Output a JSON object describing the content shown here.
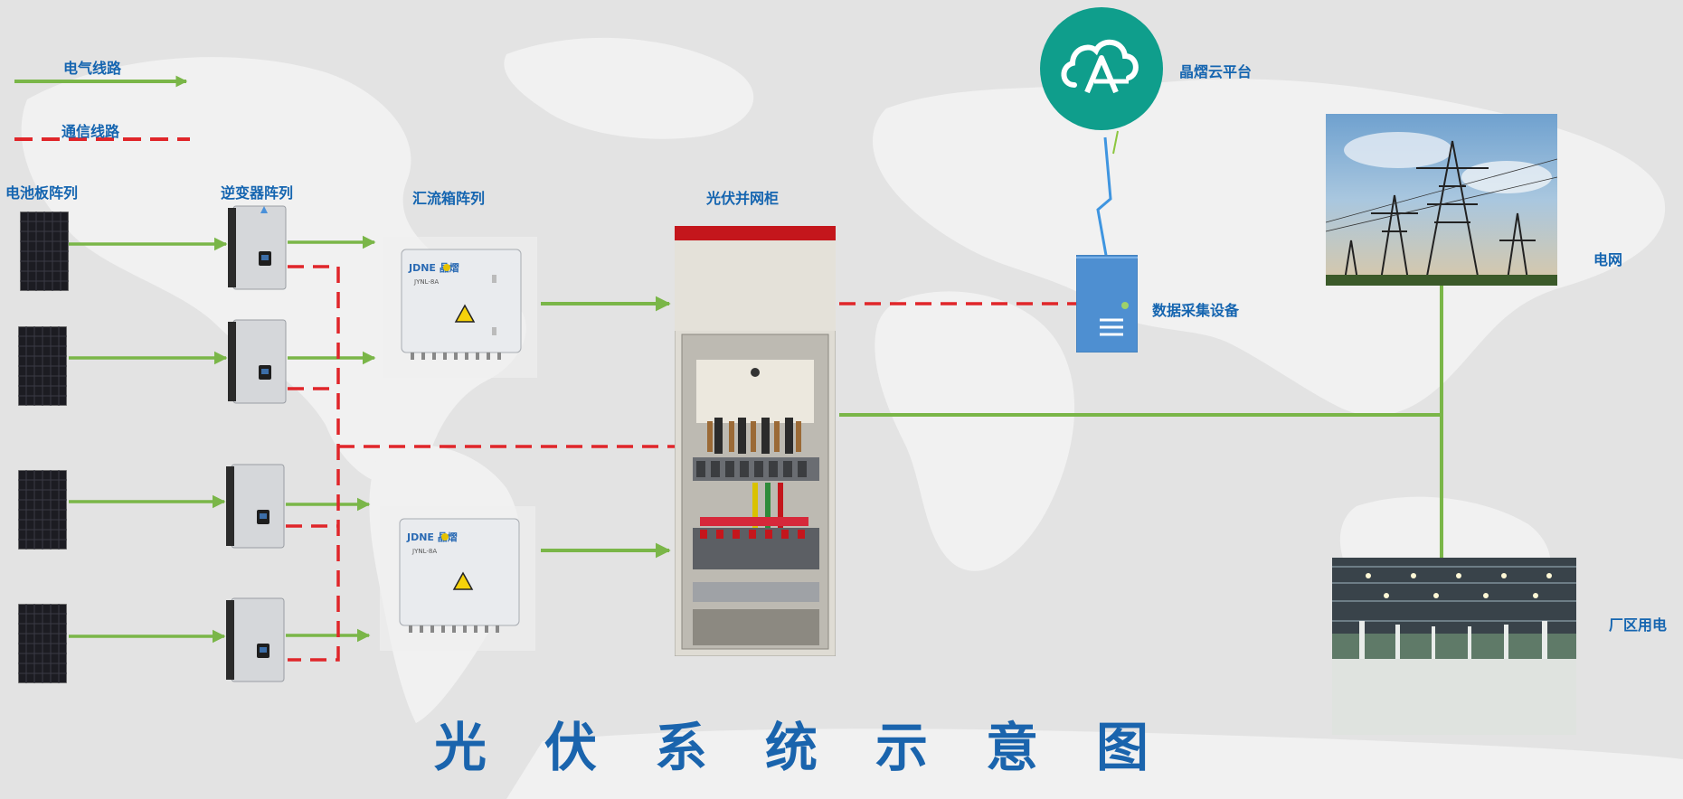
{
  "legend": {
    "electric": "电气线路",
    "comm": "通信线路"
  },
  "labels": {
    "panels": "电池板阵列",
    "inverters": "逆变器阵列",
    "combiners": "汇流箱阵列",
    "cabinet": "光伏并网柜",
    "cloud": "晶熠云平台",
    "collector": "数据采集设备",
    "grid": "电网",
    "factory": "厂区用电"
  },
  "combiner_brand": "JDNE 晶熠",
  "combiner_model": "JYNL-8A",
  "title": "光伏系统示意图",
  "colors": {
    "electric": "#7ab648",
    "comm": "#e0262a",
    "label": "#1565b0",
    "cloud": "#0f9e8c",
    "collector": "#4e8fd1"
  }
}
